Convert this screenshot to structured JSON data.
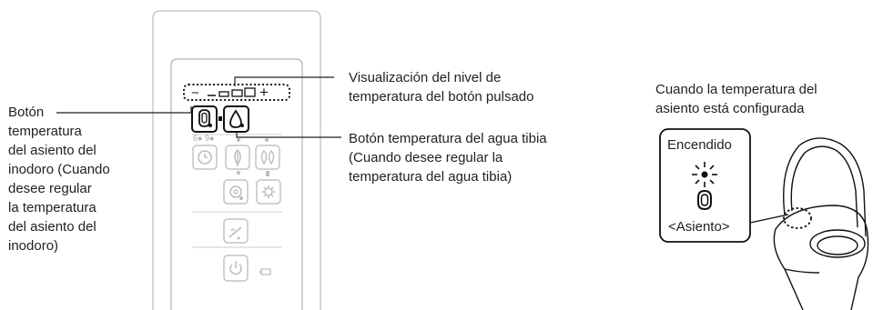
{
  "labels": {
    "seat_button": [
      "Botón",
      "temperatura",
      "del asiento del",
      "inodoro (Cuando",
      "desee regular",
      "la temperatura",
      "del asiento del",
      "inodoro)"
    ],
    "level_display": [
      "Visualización del nivel de",
      "temperatura del botón pulsado"
    ],
    "water_button": [
      "Botón temperatura del agua tibia",
      "(Cuando desee regular la",
      "temperatura del agua tibia)"
    ],
    "seat_configured": [
      "Cuando la temperatura del",
      "asiento está configurada"
    ]
  },
  "panel": {
    "minus_sign": "−",
    "plus_sign": "+",
    "timer_marks": "6● 9●"
  },
  "indicator_box": {
    "status": "Encendido",
    "caption": "<Asiento>"
  },
  "icons": [
    "seat-temperature-icon",
    "water-drop-icon",
    "timer-icon",
    "leaf-icon",
    "double-leaf-icon",
    "fan-icon",
    "gear-icon",
    "cleaning-icon",
    "power-icon",
    "battery-icon",
    "sun-light-icon",
    "seat-ring-icon"
  ]
}
